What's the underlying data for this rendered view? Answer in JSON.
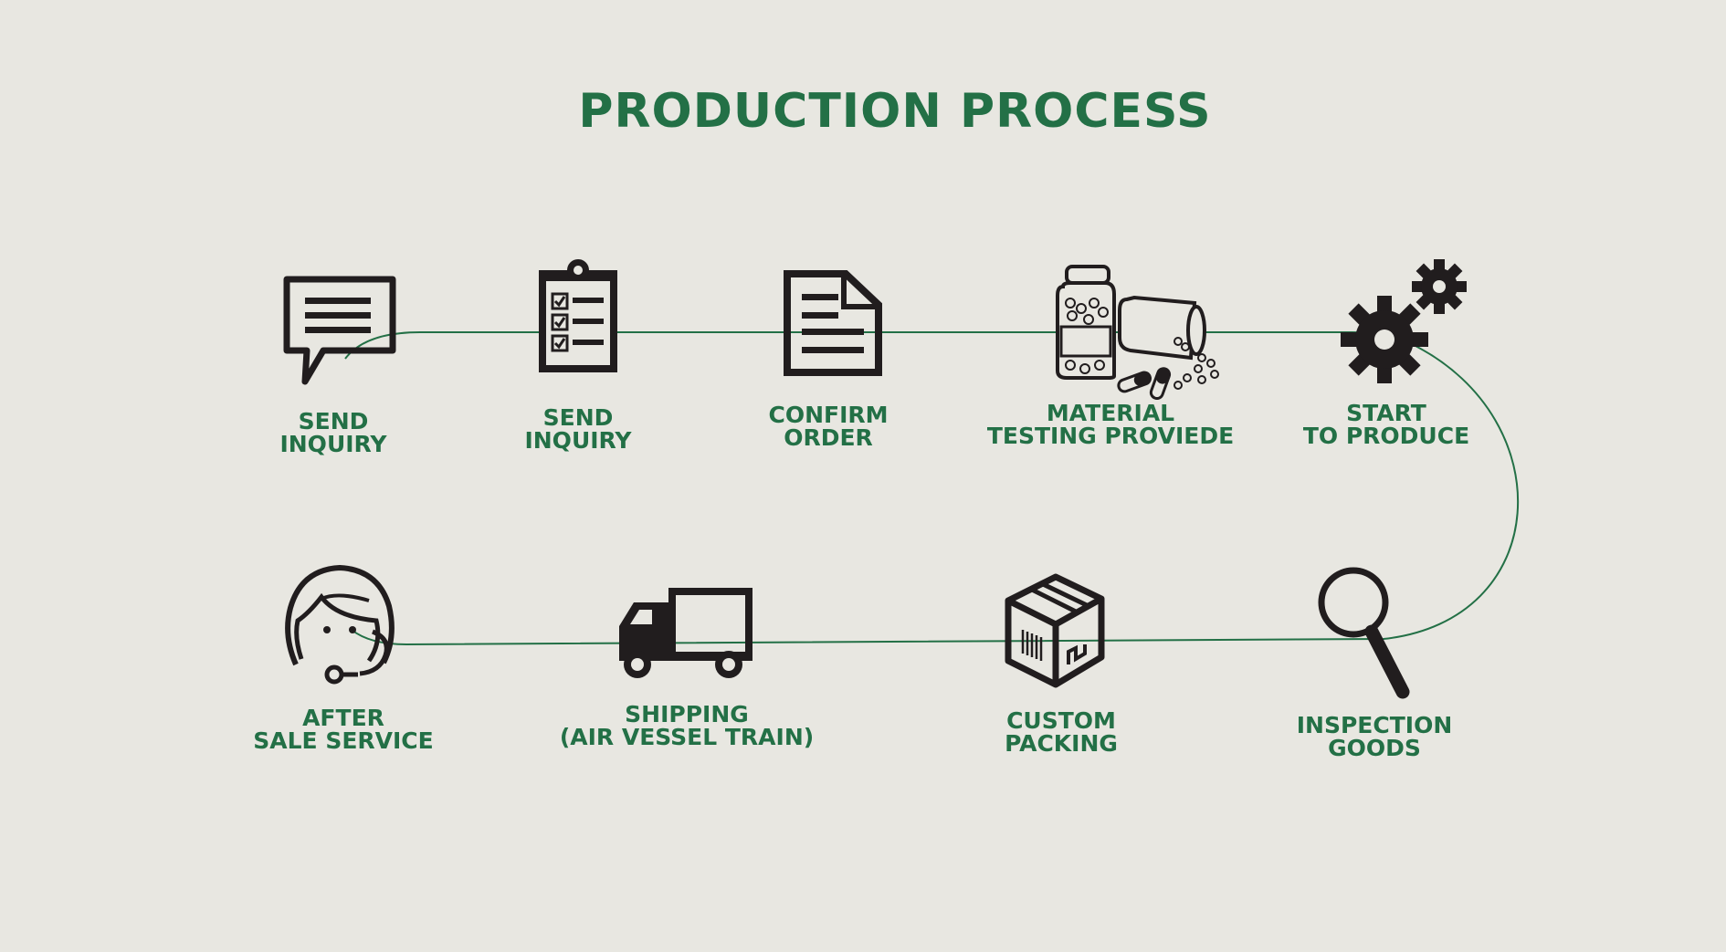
{
  "title": "PRODUCTION PROCESS",
  "colors": {
    "background": "#e8e7e1",
    "accent": "#237046",
    "icon": "#211d1e"
  },
  "steps": [
    {
      "icon": "chat-bubble-icon",
      "line1": "SEND",
      "line2": "INQUIRY"
    },
    {
      "icon": "clipboard-checklist-icon",
      "line1": "SEND",
      "line2": "INQUIRY"
    },
    {
      "icon": "document-icon",
      "line1": "CONFIRM",
      "line2": "ORDER"
    },
    {
      "icon": "pill-bottles-icon",
      "line1": "MATERIAL",
      "line2": "TESTING PROVIEDE"
    },
    {
      "icon": "gears-icon",
      "line1": "START",
      "line2": "TO PRODUCE"
    },
    {
      "icon": "magnifier-icon",
      "line1": "INSPECTION",
      "line2": "GOODS"
    },
    {
      "icon": "package-box-icon",
      "line1": "CUSTOM",
      "line2": "PACKING"
    },
    {
      "icon": "delivery-truck-icon",
      "line1": "SHIPPING",
      "line2": "(AIR VESSEL TRAIN)"
    },
    {
      "icon": "headset-agent-icon",
      "line1": "AFTER",
      "line2": "SALE SERVICE"
    }
  ]
}
